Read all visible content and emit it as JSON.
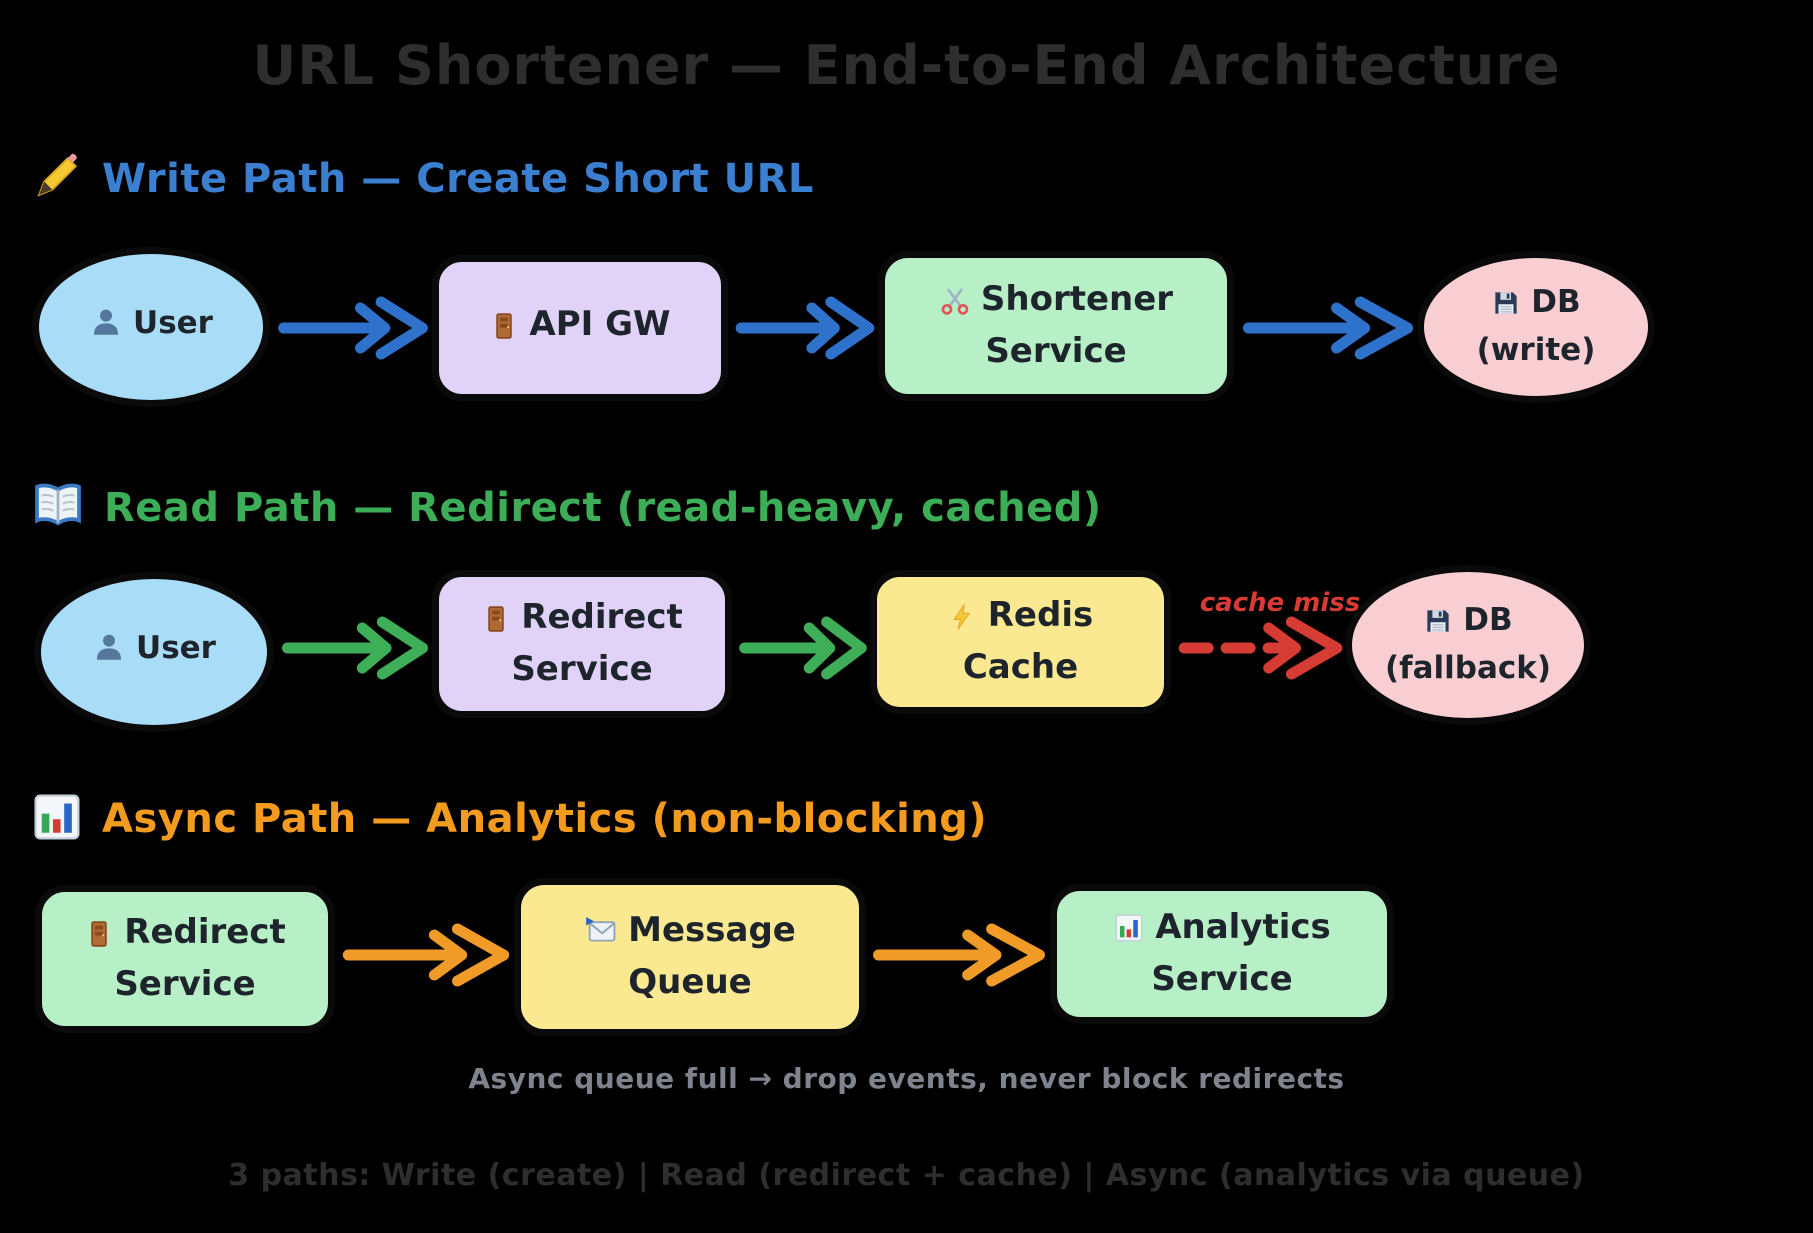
{
  "title": "URL Shortener — End-to-End Architecture",
  "colors": {
    "title_gray": "#2e2e2e",
    "caption_gray": "#7e848d",
    "header_write": "#3b7fd0",
    "header_read": "#3cae57",
    "header_async": "#f39b1e",
    "arrow_blue": "#2e72cc",
    "arrow_green": "#3fae58",
    "arrow_orange": "#f09b27",
    "arrow_red": "#d63c34",
    "node_blue": "#a9dcf6",
    "node_purple": "#e1d3f8",
    "node_green": "#b7efc6",
    "node_yellow": "#fbe992",
    "node_pink": "#f9ced3"
  },
  "sections": {
    "write": {
      "icon": "pencil-icon",
      "label": "Write Path — Create Short URL"
    },
    "read": {
      "icon": "open-book-icon",
      "label": "Read Path — Redirect (read-heavy, cached)"
    },
    "async": {
      "icon": "bar-chart-icon",
      "label": "Async Path — Analytics (non-blocking)"
    }
  },
  "nodes": {
    "user_write": {
      "icon": "user-icon",
      "label": "User"
    },
    "api_gw": {
      "icon": "door-icon",
      "label": "API GW"
    },
    "shortener": {
      "icon": "scissors-icon",
      "label": "Shortener\nService"
    },
    "db_write": {
      "icon": "floppy-icon",
      "label": "DB\n(write)"
    },
    "user_read": {
      "icon": "user-icon",
      "label": "User"
    },
    "redirect_read": {
      "icon": "door-icon",
      "label": "Redirect\nService"
    },
    "redis": {
      "icon": "lightning-icon",
      "label": "Redis\nCache"
    },
    "db_fallback": {
      "icon": "floppy-icon",
      "label": "DB\n(fallback)"
    },
    "redirect_async": {
      "icon": "door-icon",
      "label": "Redirect\nService"
    },
    "message_queue": {
      "icon": "envelope-icon",
      "label": "Message\nQueue"
    },
    "analytics": {
      "icon": "bar-chart-icon",
      "label": "Analytics\nService"
    }
  },
  "edges": {
    "cache_miss_label": "cache miss"
  },
  "caption": "Async queue full → drop events, never block redirects",
  "footer": "3 paths: Write (create) | Read (redirect + cache) | Async (analytics via queue)"
}
